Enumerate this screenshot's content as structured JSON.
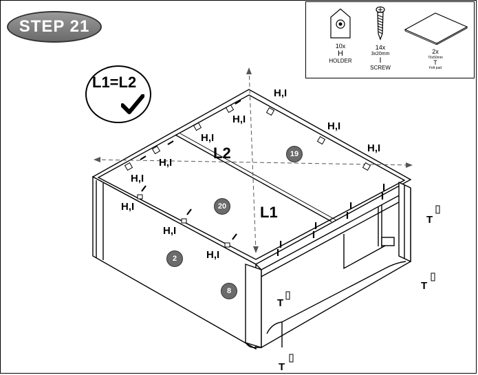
{
  "step": {
    "label": "STEP 21"
  },
  "parts": [
    {
      "qty": "10x",
      "code": "H",
      "desc": "HOLDER",
      "icon": "holder-icon"
    },
    {
      "qty": "14x",
      "code": "I",
      "size": "3x20mm",
      "desc": "SCREW",
      "icon": "screw-icon"
    },
    {
      "qty": "2x",
      "code": "T",
      "size": "70x50mm",
      "desc": "Felt pad",
      "icon": "felt-pad-icon"
    }
  ],
  "equality": {
    "text": "L1=L2",
    "icon": "check-mark-icon"
  },
  "labels": {
    "hi": "H,I",
    "i": "I",
    "t": "T",
    "l1": "L1",
    "l2": "L2"
  },
  "panels": {
    "p19": "19",
    "p20": "20",
    "p2": "2",
    "p8": "8"
  }
}
